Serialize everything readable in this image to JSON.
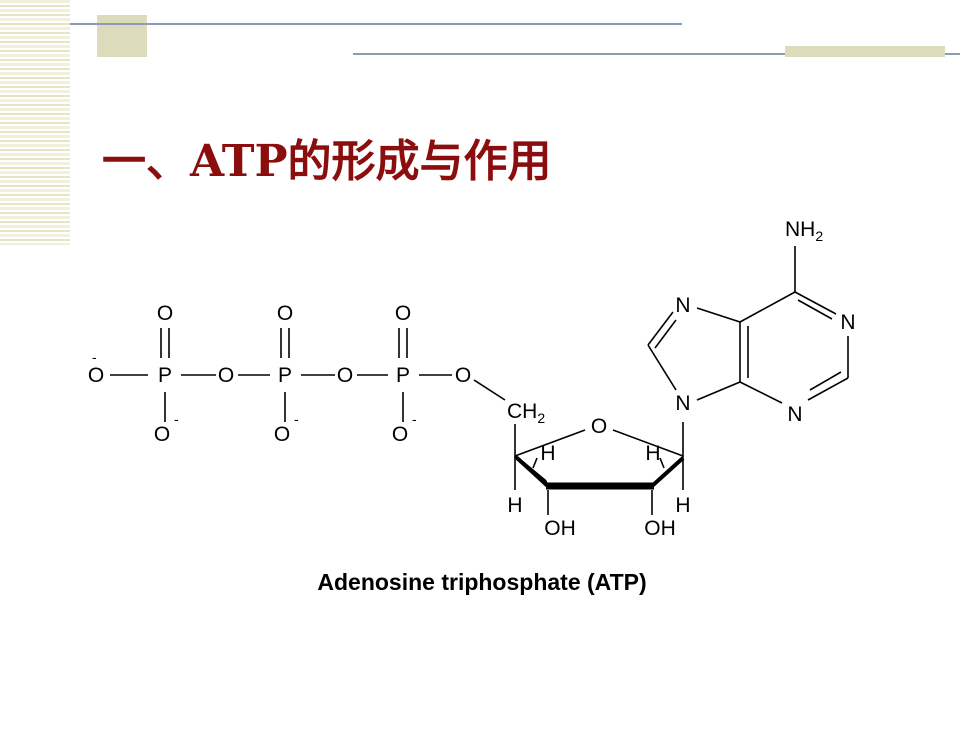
{
  "slide": {
    "title": "一、ATP的形成与作用"
  },
  "diagram": {
    "caption": "Adenosine triphosphate (ATP)",
    "phosphate_group": {
      "phosphorus": "P",
      "oxygen": "O",
      "charge": "-"
    },
    "ribose": {
      "ch2": "CH",
      "ch2_subscript": "2",
      "ring_oxygen": "O",
      "hydrogen": "H",
      "hydroxyl": "OH"
    },
    "adenine": {
      "amine": "NH",
      "amine_subscript": "2",
      "nitrogen": "N"
    }
  },
  "colors": {
    "title": "#8b0d0d",
    "rule_lines": "#8a9cb6",
    "accent_beige": "#dcdcbc"
  }
}
